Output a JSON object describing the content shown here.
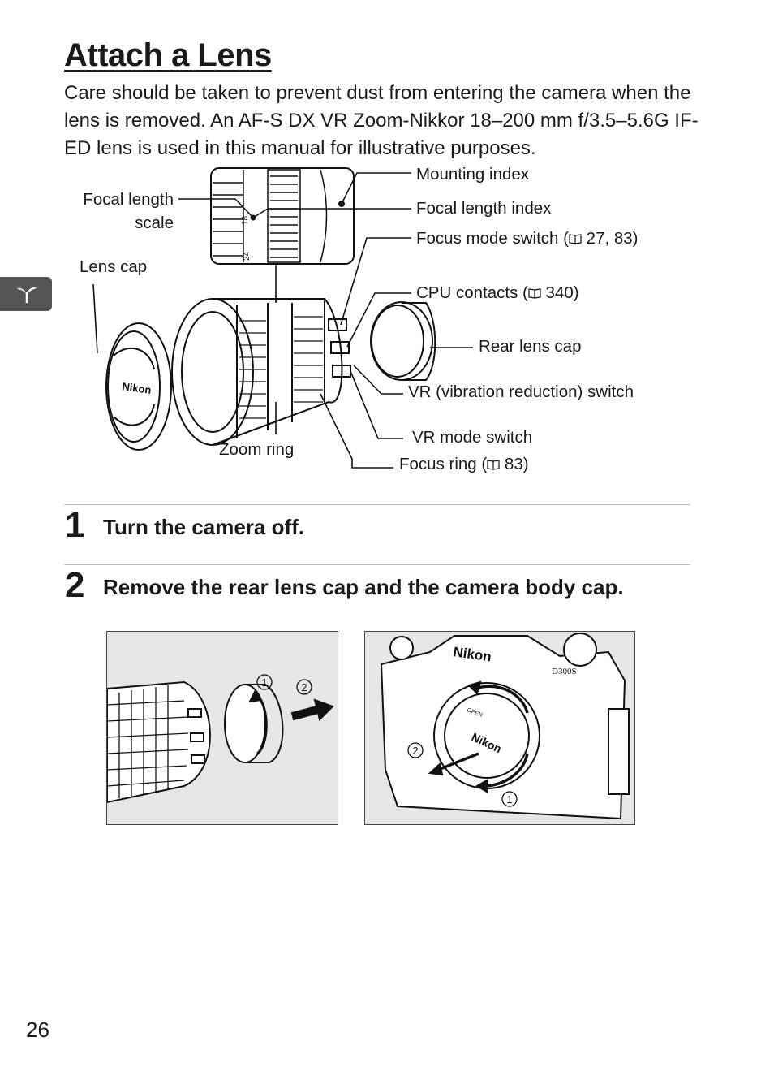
{
  "page": {
    "title": "Attach a Lens",
    "intro": "Care should be taken to prevent dust from entering the camera when the lens is removed. An AF-S DX VR Zoom-Nikkor 18–200 mm f/3.5–5.6G IF-ED lens is used in this manual for illustrative purposes.",
    "page_number": "26"
  },
  "diagram": {
    "labels": {
      "focal_length_scale_1": "Focal length",
      "focal_length_scale_2": "scale",
      "lens_cap": "Lens cap",
      "mounting_index": "Mounting index",
      "focal_length_index": "Focal length index",
      "focus_mode_switch": "Focus mode switch (",
      "focus_mode_switch_ref": " 27, 83)",
      "cpu_contacts": "CPU contacts  (",
      "cpu_contacts_ref": " 340)",
      "rear_lens_cap": "Rear lens cap",
      "vr_switch": "VR (vibration reduction) switch",
      "vr_mode_switch": "VR mode switch",
      "zoom_ring": "Zoom ring",
      "focus_ring": "Focus ring (",
      "focus_ring_ref": " 83)",
      "lens_cap_brand": "Nikon",
      "scale_18": "18",
      "scale_24": "24"
    }
  },
  "steps": [
    {
      "number": "1",
      "text": "Turn the camera off."
    },
    {
      "number": "2",
      "text": "Remove the rear lens cap and the camera body cap."
    }
  ],
  "photos": {
    "left_markers": [
      "1",
      "2"
    ],
    "right_markers": [
      "1",
      "2"
    ],
    "camera_brand": "Nikon",
    "camera_model": "D300S",
    "body_cap_text": "Nikon",
    "body_cap_open": "OPEN"
  }
}
